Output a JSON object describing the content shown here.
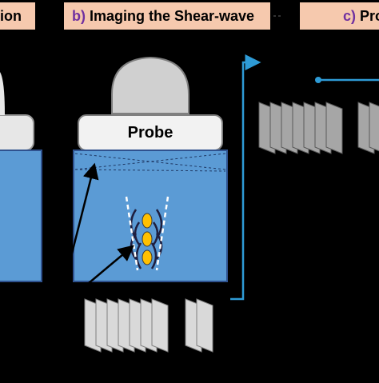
{
  "panels": {
    "a": {
      "text": "tion"
    },
    "b": {
      "letter": "b)",
      "title": " Imaging the Shear-wave"
    },
    "c": {
      "letter": "c)",
      "title": " Pro"
    }
  },
  "probe": {
    "label": "Probe"
  },
  "colors": {
    "label_bg": "#f6c9ae",
    "letter_purple": "#7030a0",
    "tissue_blue": "#5b9bd5",
    "arrow_blue": "#2e9bd6",
    "probe_gray": "#d0d0d0",
    "focus_yellow": "#ffc000",
    "frame_gray": "#d9d9d9"
  }
}
